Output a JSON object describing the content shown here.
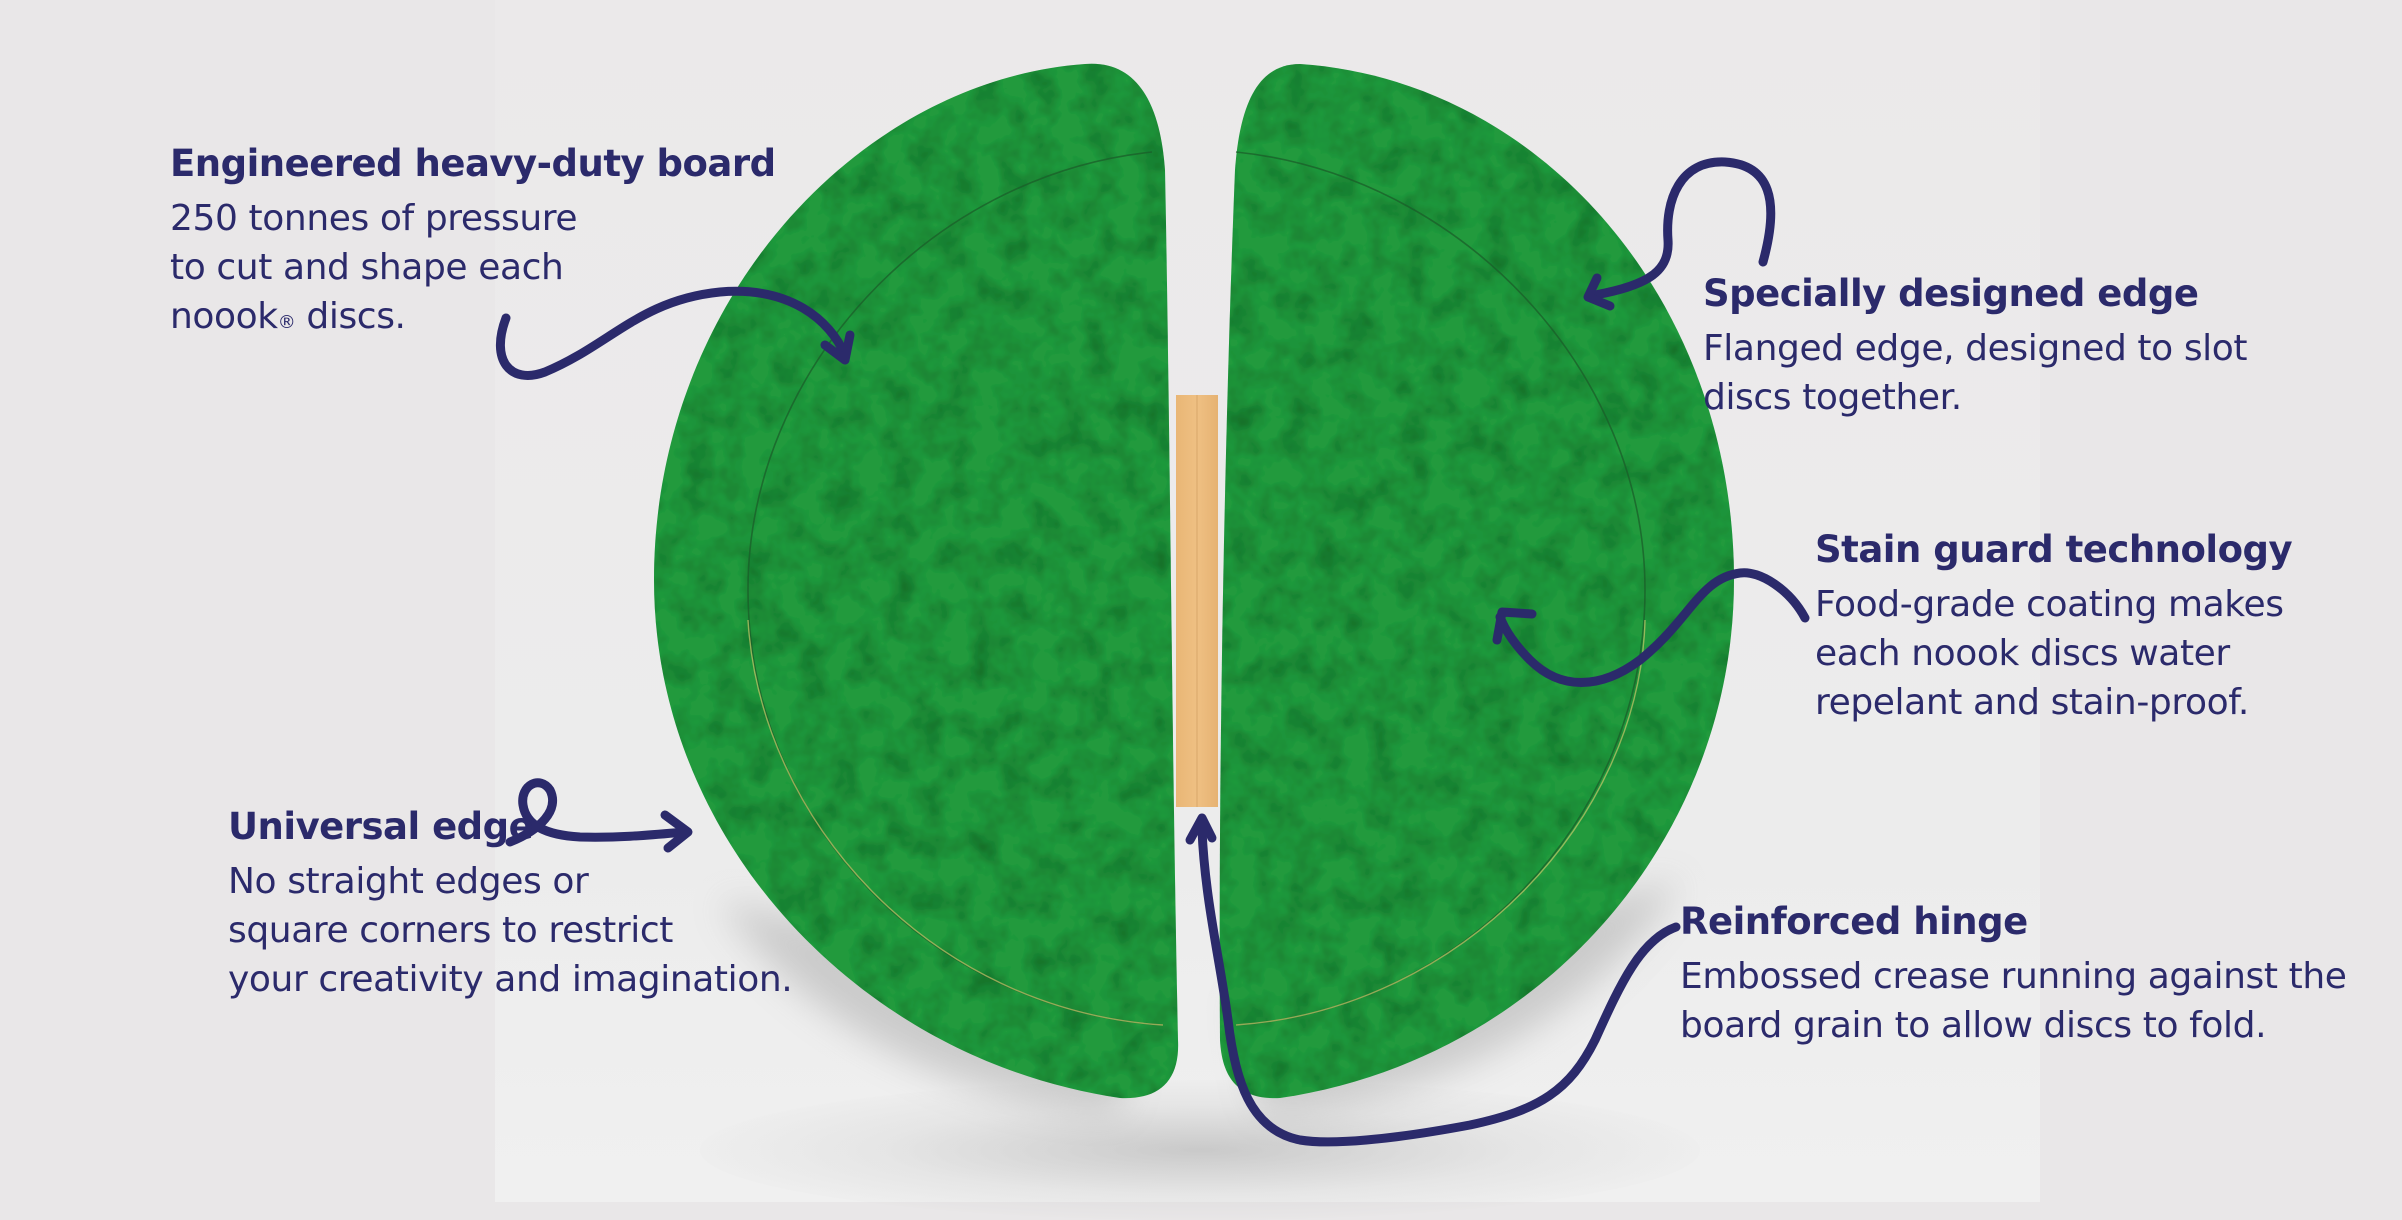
{
  "colors": {
    "background": "#e9e7e8",
    "panel": "#ededed",
    "disc_green": "#239a3d",
    "hinge_tan": "#e8b878",
    "ink_navy": "#2b2a6b"
  },
  "callouts": {
    "board": {
      "title": "Engineered heavy-duty board",
      "lines": [
        "250 tonnes of pressure",
        "to cut and shape each",
        "noook",
        " discs."
      ],
      "reg_mark": "®"
    },
    "edge": {
      "title": "Specially designed edge",
      "lines": [
        "Flanged edge, designed to slot",
        "discs together."
      ]
    },
    "stain": {
      "title": "Stain guard technology",
      "lines": [
        "Food-grade coating makes",
        "each noook discs water",
        "repelant and stain-proof."
      ]
    },
    "universal": {
      "title": "Universal edge",
      "lines": [
        "No straight edges or",
        "square corners to restrict",
        "your creativity and imagination."
      ]
    },
    "hinge": {
      "title": "Reinforced hinge",
      "lines": [
        "Embossed crease running against the",
        "board grain to allow discs to fold."
      ]
    }
  },
  "icons": {
    "disc": "folding-disc-illustration",
    "arrows": [
      "curved-arrow-board",
      "loop-arrow-edge",
      "curved-arrow-stain",
      "loop-arrow-universal",
      "hook-arrow-hinge"
    ]
  }
}
